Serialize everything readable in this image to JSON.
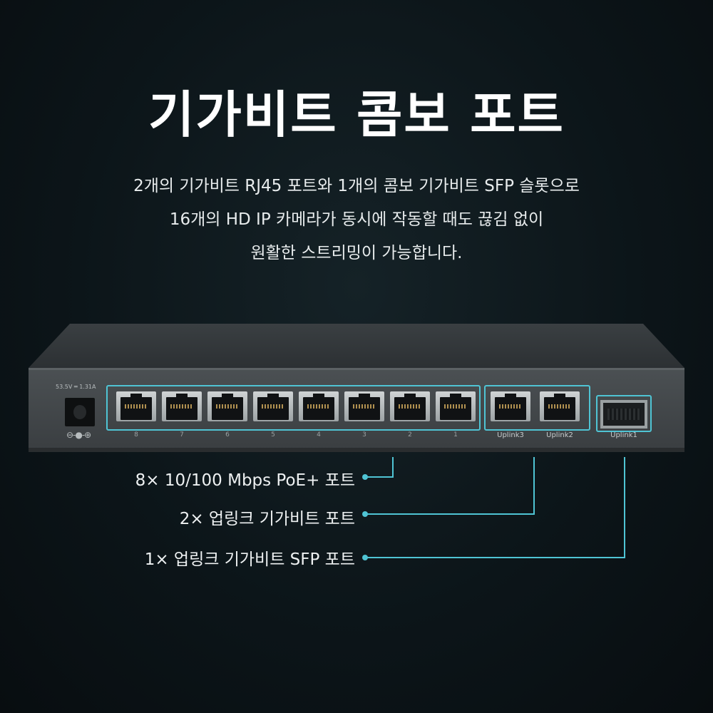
{
  "title": "기가비트 콤보 포트",
  "description": [
    "2개의 기가비트 RJ45 포트와 1개의 콤보 기가비트 SFP 슬롯으로",
    "16개의 HD IP 카메라가 동시에 작동할 때도 끊김 없이",
    "원활한 스트리밍이 가능합니다."
  ],
  "device": {
    "power_label": "53.5V ═ 1.31A",
    "polarity_symbol": "⊖-●-⊕",
    "port_numbers": [
      "8",
      "7",
      "6",
      "5",
      "4",
      "3",
      "2",
      "1"
    ],
    "uplink_labels": [
      "Uplink3",
      "Uplink2",
      "Uplink1"
    ]
  },
  "callouts": [
    "8× 10/100 Mbps PoE+ 포트",
    "2× 업링크 기가비트 포트",
    "1× 업링크 기가비트 SFP 포트"
  ],
  "colors": {
    "accent": "#4fc4d4",
    "background": "#0c1519"
  }
}
